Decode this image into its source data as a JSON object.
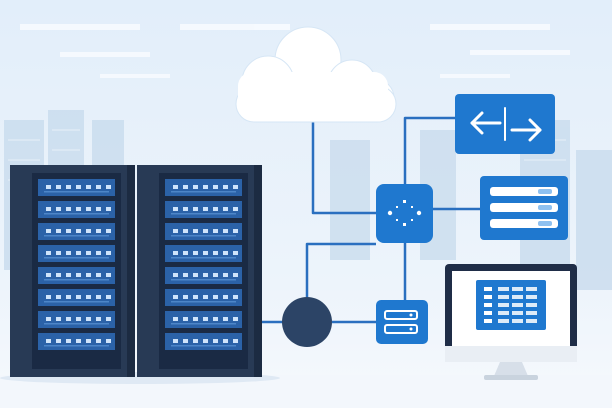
{
  "colors": {
    "background": "#eaf3fc",
    "rack_body": "#283a55",
    "rack_panel": "#1a2a44",
    "rack_slot": "#2b62a8",
    "rack_led": "#cfe4fb",
    "node_blue": "#1f78cf",
    "node_dark": "#2c4466",
    "line": "#2a6fbf",
    "cloud": "#ffffff"
  },
  "racks": [
    {
      "id": "left",
      "slots": 8
    },
    {
      "id": "right",
      "slots": 8
    }
  ],
  "icons": {
    "cloud": "cloud-icon",
    "switch": "network-switch-icon",
    "bidirectional": "bidirectional-arrows-icon",
    "server_stack": "server-stack-icon",
    "hub": "network-hub-icon",
    "storage": "storage-drive-icon",
    "monitor": "monitor-dashboard-icon"
  }
}
